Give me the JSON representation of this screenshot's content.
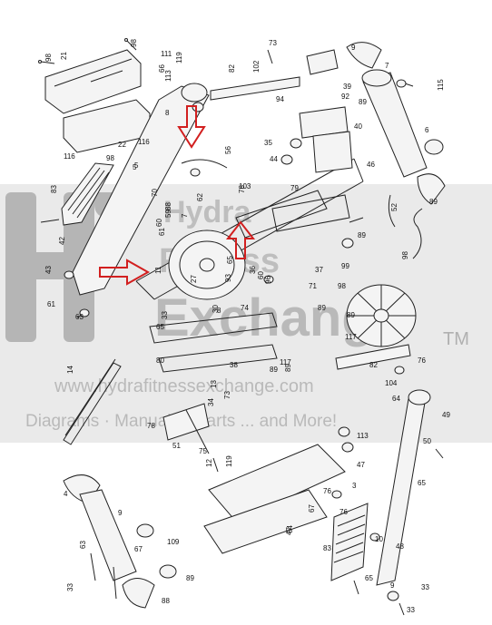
{
  "watermark": {
    "line1": "Hydra",
    "line2": "Fitness",
    "line3": "Exchange",
    "trademark": "TM",
    "url": "www.hydrafitnessexchange.com",
    "tagline": "Diagrams · Manuals · Parts ... and More!",
    "band_color": "#d8d8d8",
    "logo_color": "#a9a9a9"
  },
  "arrow_color": "#d21f1f",
  "part_labels": [
    "98",
    "98",
    "21",
    "111",
    "66",
    "113",
    "119",
    "73",
    "7",
    "39",
    "9",
    "5",
    "22",
    "116",
    "82",
    "102",
    "94",
    "92",
    "40",
    "89",
    "6",
    "115",
    "116",
    "98",
    "8",
    "5",
    "83",
    "35",
    "44",
    "56",
    "46",
    "89",
    "70",
    "7",
    "61",
    "59",
    "60",
    "62",
    "103",
    "78",
    "79",
    "52",
    "89",
    "42",
    "43",
    "11",
    "65",
    "36",
    "37",
    "99",
    "98",
    "27",
    "93",
    "60",
    "71",
    "96",
    "98",
    "30",
    "74",
    "88",
    "89",
    "61",
    "63",
    "33",
    "65",
    "89",
    "117",
    "80",
    "38",
    "117",
    "89",
    "89",
    "76",
    "14",
    "82",
    "104",
    "34",
    "73",
    "13",
    "64",
    "78",
    "51",
    "75",
    "12",
    "49",
    "50",
    "113",
    "119",
    "47",
    "3",
    "47",
    "76",
    "48",
    "65",
    "4",
    "9",
    "67",
    "109",
    "89",
    "67",
    "64",
    "76",
    "83",
    "10",
    "65",
    "33",
    "63",
    "8",
    "88",
    "9",
    "33",
    "33",
    "65"
  ]
}
